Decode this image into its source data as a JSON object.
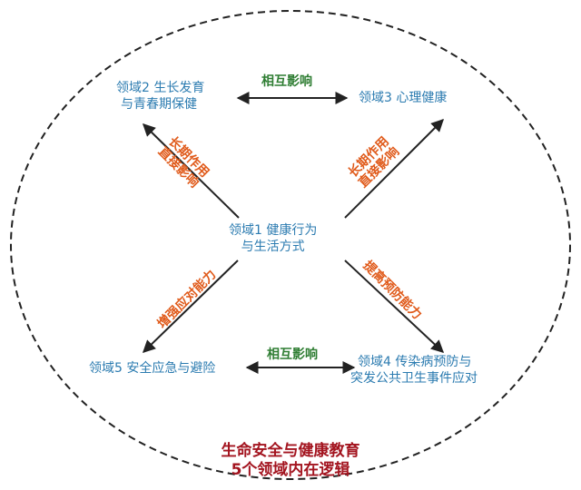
{
  "domains": {
    "d1": [
      "领域1 健康行为",
      "与生活方式"
    ],
    "d2": [
      "领域2 生长发育",
      "与青春期保健"
    ],
    "d3": [
      "领域3 心理健康"
    ],
    "d4": [
      "领域4 传染病预防与",
      "突发公共卫生事件应对"
    ],
    "d5": [
      "领域5 安全应急与避险"
    ]
  },
  "relations": {
    "top": "相互影响",
    "bottom": "相互影响",
    "upper_left": [
      "长期作用",
      "直接影响"
    ],
    "upper_right": [
      "长期作用",
      "直接影响"
    ],
    "lower_left": "增强应对能力",
    "lower_right": "提高预防能力"
  },
  "title": [
    "生命安全与健康教育",
    "5个领域内在逻辑"
  ],
  "colors": {
    "node_text": "#2b7bb0",
    "mutual_text": "#2e7d32",
    "effect_text": "#e05a1a",
    "title_text": "#a3141f",
    "arrow": "#222222",
    "outline": "#222222"
  }
}
